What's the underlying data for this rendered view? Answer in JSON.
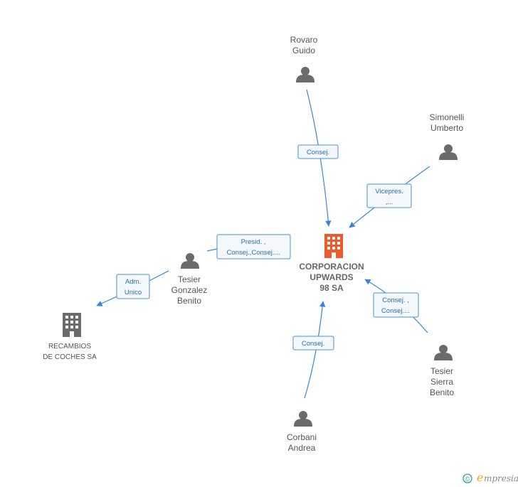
{
  "colors": {
    "edge": "#3a86d6",
    "label_border": "#4a90d9",
    "label_bg": "#f4f7fb",
    "person": "#6b6b6b",
    "company_main": "#ef5a2c",
    "company_other": "#6b6b6b",
    "brand_e": "#f5a623",
    "brand_c": "#2aa59a"
  },
  "main_company": {
    "icon": "building-icon",
    "name_lines": [
      "CORPORACION",
      "UPWARDS",
      "98 SA"
    ]
  },
  "other_company": {
    "icon": "building-icon",
    "name_lines": [
      "RECAMBIOS",
      "DE COCHES SA"
    ]
  },
  "people": [
    {
      "id": "rovaro",
      "icon": "person-icon",
      "name_lines": [
        "Rovaro",
        "Guido"
      ]
    },
    {
      "id": "simonelli",
      "icon": "person-icon",
      "name_lines": [
        "Simonelli",
        "Umberto"
      ]
    },
    {
      "id": "tesier-gonzalez",
      "icon": "person-icon",
      "name_lines": [
        "Tesier",
        "Gonzalez",
        "Benito"
      ]
    },
    {
      "id": "tesier-sierra",
      "icon": "person-icon",
      "name_lines": [
        "Tesier",
        "Sierra",
        "Benito"
      ]
    },
    {
      "id": "corbani",
      "icon": "person-icon",
      "name_lines": [
        "Corbani",
        "Andrea"
      ]
    }
  ],
  "relations": [
    {
      "from": "rovaro",
      "to": "main_company",
      "label_lines": [
        "Consej."
      ]
    },
    {
      "from": "simonelli",
      "to": "main_company",
      "label_lines": [
        "Vicepres.",
        ",..."
      ]
    },
    {
      "from": "tesier-gonzalez",
      "to": "main_company",
      "label_lines": [
        "Presid. ,",
        "Consej.,Consej...."
      ]
    },
    {
      "from": "tesier-sierra",
      "to": "main_company",
      "label_lines": [
        "Consej. ,",
        "Consej...."
      ]
    },
    {
      "from": "corbani",
      "to": "main_company",
      "label_lines": [
        "Consej."
      ]
    },
    {
      "from": "tesier-gonzalez",
      "to": "other_company",
      "label_lines": [
        "Adm.",
        "Unico"
      ]
    }
  ],
  "footer": {
    "copyright_symbol": "©",
    "brand_initial": "e",
    "brand_rest": "mpresia"
  }
}
